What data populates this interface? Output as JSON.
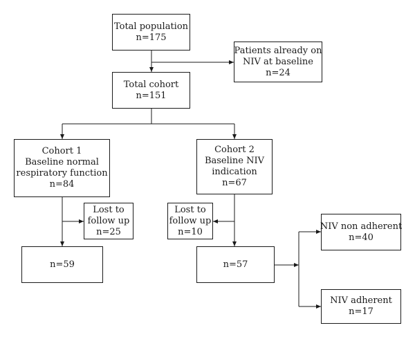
{
  "nodes": {
    "total_population": {
      "lines": [
        "Total population",
        "n=175"
      ]
    },
    "already_niv": {
      "lines": [
        "Patients already on",
        "NIV at baseline",
        "n=24"
      ]
    },
    "total_cohort": {
      "lines": [
        "Total cohort",
        "n=151"
      ]
    },
    "cohort1": {
      "lines": [
        "Cohort 1",
        "Baseline normal",
        "respiratory function",
        "n=84"
      ]
    },
    "cohort2": {
      "lines": [
        "Cohort 2",
        "Baseline NIV",
        "indication",
        "n=67"
      ]
    },
    "lost1": {
      "lines": [
        "Lost to",
        "follow up",
        "n=25"
      ]
    },
    "lost2": {
      "lines": [
        "Lost to",
        "follow up",
        "n=10"
      ]
    },
    "final1": {
      "lines": [
        "n=59"
      ]
    },
    "final2": {
      "lines": [
        "n=57"
      ]
    },
    "niv_non_adherent": {
      "lines": [
        "NIV non adherent",
        "n=40"
      ]
    },
    "niv_adherent": {
      "lines": [
        "NIV adherent",
        "n=17"
      ]
    }
  },
  "colors": {
    "line": "#1a1a1a",
    "background": "#ffffff"
  }
}
